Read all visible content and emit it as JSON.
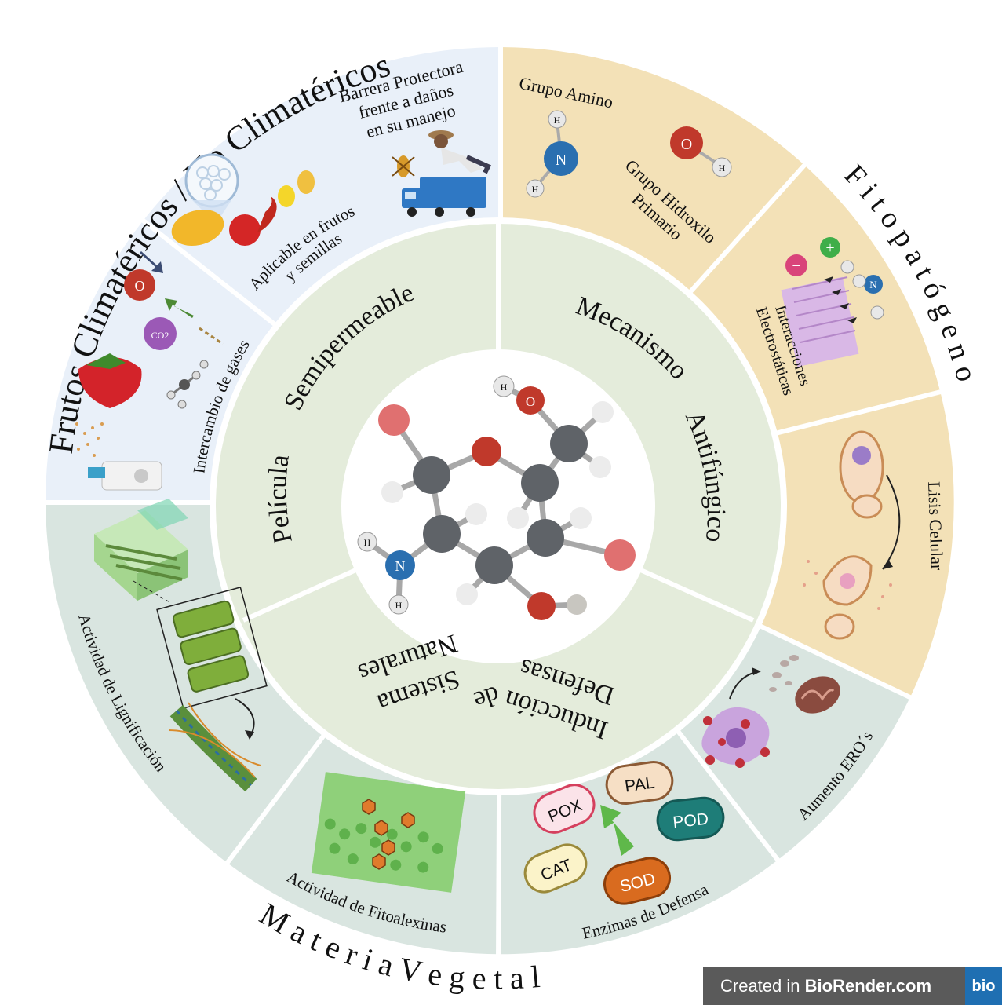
{
  "center_labels": {
    "pelicula": "Película",
    "semipermeable": "Semipermeable",
    "mecanismo": "Mecanismo",
    "antifungico": "Antifúngico",
    "induccion": "Inducción",
    "defensas": "Defensas",
    "sistema": "Sistema",
    "de": "de",
    "naturales": "Naturales"
  },
  "outer_titles": {
    "frutos": "Frutos Climatéricos / No Climatéricos",
    "fitopatogeno": "F i t o p a t ó g e n o",
    "materia": "M a t e r i a   V e g e t a l"
  },
  "segments": {
    "barrera": [
      "Barrera Protectora",
      "frente a daños",
      "en su manejo"
    ],
    "aplicable": [
      "Aplicable en frutos",
      "y semillas"
    ],
    "gases": "Intercambio de gases",
    "amino": "Grupo Amino",
    "hidroxilo": [
      "Grupo Hidroxilo",
      "Primario"
    ],
    "interacciones": [
      "Interacciones",
      "Electrostáticas"
    ],
    "lisis": "Lisis  Celular",
    "eros": "Aumento ERO´s",
    "enzimas": "Enzimas  de  Defensa",
    "fitoalexinas": "Actividad de Fitoalexinas",
    "lignificacion": "Actividad de Lignificación"
  },
  "enzymes": [
    "POX",
    "PAL",
    "POD",
    "CAT",
    "SOD"
  ],
  "atoms": {
    "N": "N",
    "O": "O",
    "H": "H",
    "co2": "CO2",
    "plus": "+",
    "minus": "−"
  },
  "watermark": {
    "prefix": "Created in",
    "brand": "BioRender.com",
    "logo": "bio"
  },
  "colors": {
    "pale_blue": "#e9f0f9",
    "tan": "#f3e1b7",
    "sage": "#d9e5e0",
    "inner_green": "#e4ecdb",
    "oxygen_red": "#c0392b",
    "carbon_grey": "#5f6368",
    "nitrogen_blue": "#2a6fb0"
  }
}
